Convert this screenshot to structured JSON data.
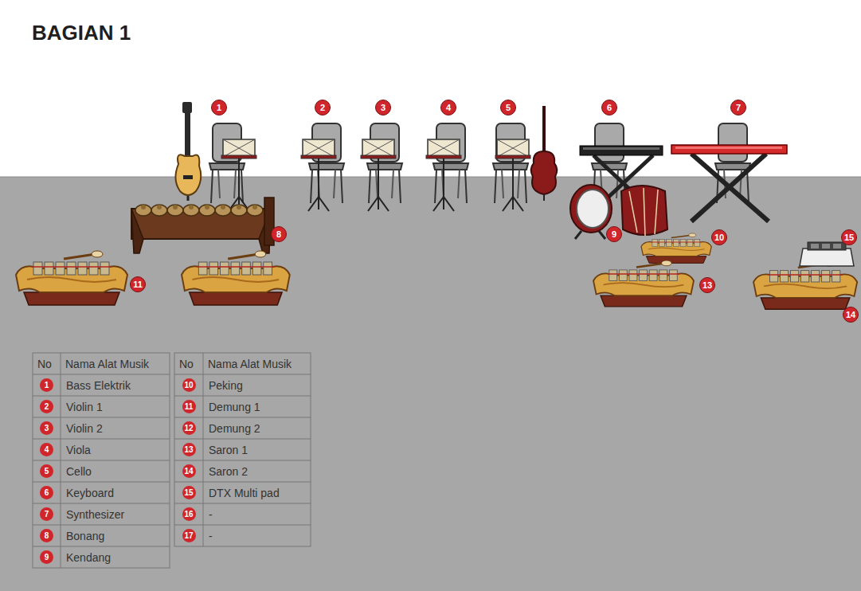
{
  "diagram": {
    "title": "BAGIAN 1",
    "labels": [
      "1",
      "2",
      "3",
      "4",
      "5",
      "6",
      "7",
      "8",
      "9",
      "10",
      "11",
      "13",
      "15",
      "14",
      "No",
      "Nama Alat Musik",
      "1",
      "Bass Elektrik",
      "2",
      "Violin 1",
      "3",
      "Violin 2",
      "4",
      "Viola",
      "5",
      "Cello",
      "6",
      "Keyboard",
      "7",
      "Synthesizer",
      "8",
      "Bonang",
      "9",
      "Kendang",
      "No",
      "Nama Alat Musik",
      "10",
      "Peking",
      "11",
      "Demung 1",
      "12",
      "Demung 2",
      "13",
      "Saron 1",
      "14",
      "Saron 2",
      "15",
      "DTX Multi pad",
      "16",
      "-",
      "17",
      "-"
    ]
  }
}
